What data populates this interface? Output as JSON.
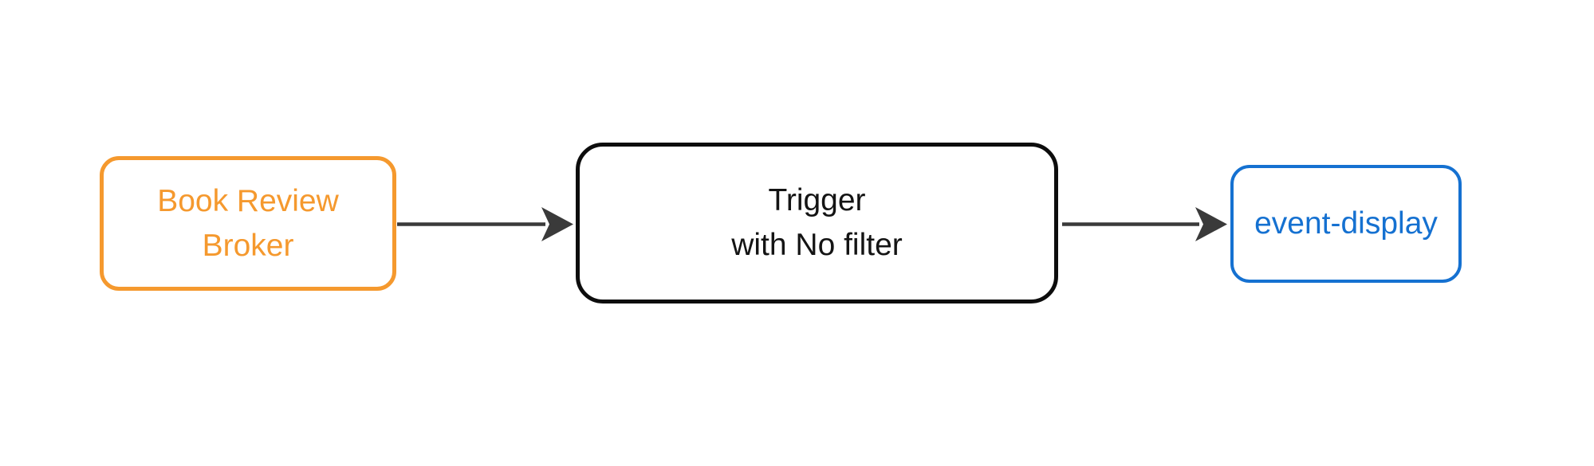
{
  "diagram": {
    "nodes": {
      "broker": {
        "label": "Book Review Broker",
        "line1": "Book Review",
        "line2": "Broker"
      },
      "trigger": {
        "label": "Trigger with No filter",
        "line1": "Trigger",
        "line2": "with No filter"
      },
      "sink": {
        "label": "event-display"
      }
    },
    "edges": [
      {
        "from": "Book Review Broker",
        "to": "Trigger with No filter"
      },
      {
        "from": "Trigger with No filter",
        "to": "event-display"
      }
    ]
  },
  "colors": {
    "broker": "#F5992E",
    "trigger-border": "#0D0D0D",
    "trigger-text": "#141414",
    "sink": "#1571D1",
    "arrow": "#3A3A3A",
    "background": "#FFFFFF"
  }
}
